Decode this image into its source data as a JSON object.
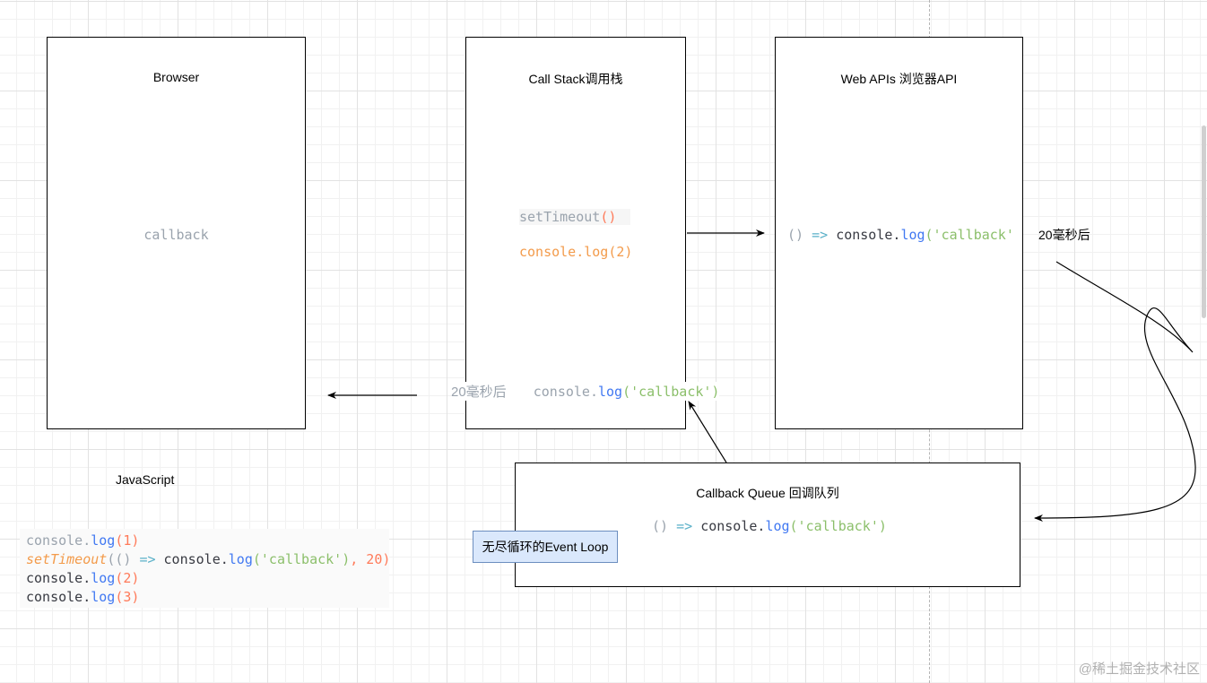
{
  "boxes": {
    "browser": "Browser",
    "call_stack": "Call Stack调用栈",
    "web_apis": "Web APIs 浏览器API",
    "callback_queue": "Callback Queue 回调队列"
  },
  "labels": {
    "javascript": "JavaScript",
    "after_20ms_right": "20毫秒后",
    "after_20ms_left": "20毫秒后",
    "event_loop": "无尽循环的Event Loop"
  },
  "browser_content": "callback",
  "call_stack_content": {
    "line1": {
      "fn": "setTimeout",
      "paren": "()"
    },
    "line2": {
      "obj": "console.",
      "fn": "log",
      "args": "(2)"
    }
  },
  "web_api_content": {
    "paren": "()",
    "arrow": "=>",
    "obj": "console.",
    "fn": "log",
    "str": "('callback'"
  },
  "moving_callback": {
    "obj": "console.",
    "fn": "log",
    "str": "('callback')"
  },
  "queue_content": {
    "paren": "()",
    "arrow": "=>",
    "obj": "console.",
    "fn": "log",
    "str": "('callback')"
  },
  "code_lines": [
    {
      "obj": "console.",
      "fn": "log",
      "args": "(1)"
    },
    {
      "fn": "setTimeout",
      "p1": "(()",
      "arrow": "=>",
      "obj": "console.",
      "fn2": "log",
      "str": "('callback')",
      "tail": ", 20)"
    },
    {
      "obj": "console.",
      "fn": "log",
      "args": "(2)"
    },
    {
      "obj": "console.",
      "fn": "log",
      "args": "(3)"
    }
  ],
  "watermark": "@稀土掘金技术社区"
}
